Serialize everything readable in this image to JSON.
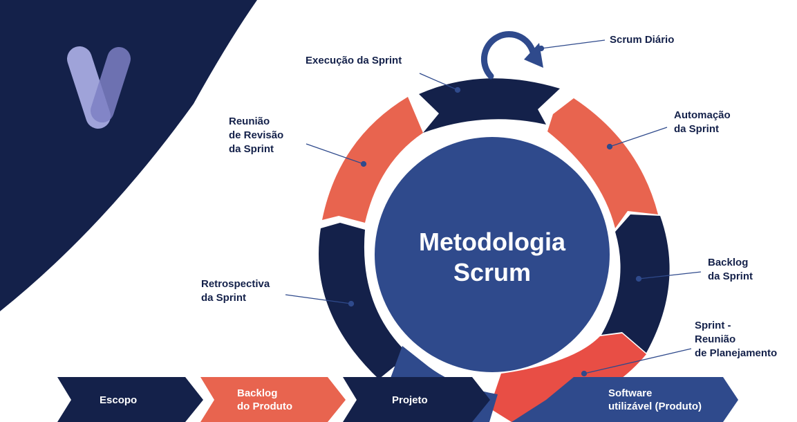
{
  "center": {
    "title": "Metodologia\nScrum"
  },
  "stages": {
    "scrum_diario": "Scrum Diário",
    "execucao": "Execução da Sprint",
    "automacao": "Automação\nda Sprint",
    "revisao": "Reunião\nde Revisão\nda Sprint",
    "backlog_sprint": "Backlog\nda Sprint",
    "retrospectiva": "Retrospectiva\nda Sprint",
    "planejamento": "Sprint -\nReunião\nde Planejamento"
  },
  "flow": [
    "Escopo",
    "Backlog\ndo Produto",
    "Projeto",
    "Software\nutilizável (Produto)"
  ],
  "colors": {
    "navy": "#14214a",
    "coral": "#e8644f",
    "red": "#e84e45",
    "blue": "#2f4a8c",
    "logo": "#9fa3d9"
  },
  "icons": {
    "logo": "v-logo-icon",
    "cycle": "cycle-arrow-icon"
  }
}
